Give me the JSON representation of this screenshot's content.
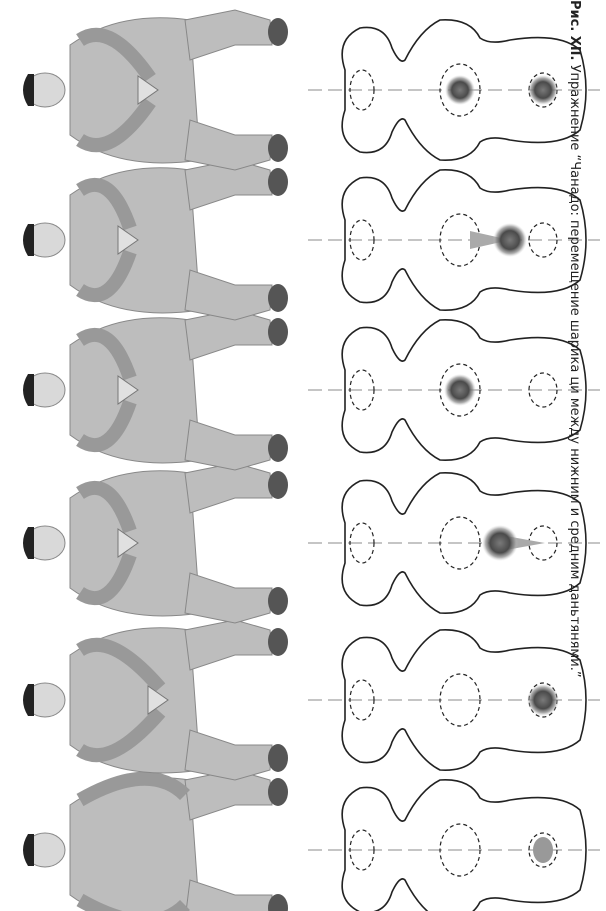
{
  "caption": {
    "figure_number": "Рис. XII.",
    "text": "Упражнение “Чанадо: перемещение шарика ци между нижним и средним даньтянями.”"
  },
  "panels": [
    {
      "id": 1,
      "hands": "on-knees",
      "ball": "lower-small"
    },
    {
      "id": 2,
      "hands": "triangle-low",
      "ball": "lower"
    },
    {
      "id": 3,
      "hands": "triangle-mid",
      "ball": "moving-up"
    },
    {
      "id": 4,
      "hands": "on-chest",
      "ball": "middle"
    },
    {
      "id": 5,
      "hands": "triangle-mid",
      "ball": "moving-down"
    },
    {
      "id": 6,
      "hands": "triangle-chest",
      "ball": "lower-and-middle"
    }
  ],
  "colors": {
    "figure_fill": "#bdbdbd",
    "figure_dark": "#555555",
    "outline": "#222222",
    "ball": "#4a4a4a"
  }
}
